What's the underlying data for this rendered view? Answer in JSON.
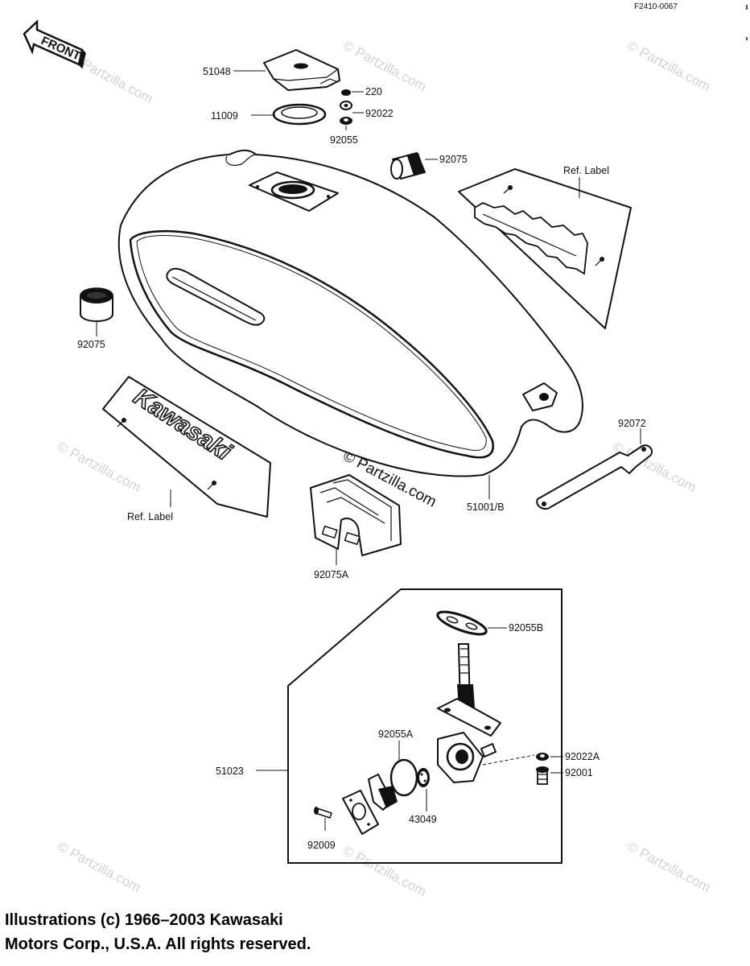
{
  "diagram_code": "F2410-0067",
  "front_arrow_label": "FRONT",
  "parts": {
    "cap_cover": "51048",
    "bolt_220": "220",
    "washer": "92022",
    "gasket": "11009",
    "oring_92055": "92055",
    "damper_upper": "92075",
    "damper_left": "92075",
    "fuel_tank": "51001/B",
    "bracket": "92072",
    "damper_rear": "92075A",
    "gasket_cock": "92055B",
    "fuel_cock": "51023",
    "oring_cock": "92055A",
    "washer_a": "92022A",
    "bolt_cock": "92001",
    "filter": "43049",
    "screw": "92009"
  },
  "ref_label_right": "Ref.  Label",
  "ref_label_left": "Ref.  Label",
  "emblem_text": "Kawasaki",
  "watermark": "© Partzilla.com",
  "watermark_center": "© Partzilla.com",
  "copyright": {
    "line1": "Illustrations (c) 1966–2003 Kawasaki",
    "line2": "Motors Corp., U.S.A.  All rights reserved."
  }
}
